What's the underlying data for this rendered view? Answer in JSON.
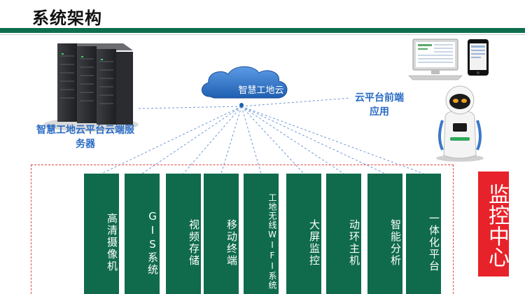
{
  "title": "系统架构",
  "server_label": "智慧工地云平台云端服务器",
  "cloud_label": "智慧工地云",
  "app_label": "云平台前端应用",
  "control_center": "监控中心",
  "modules": [
    {
      "label": "高清摄像机"
    },
    {
      "label": "GIS系统"
    },
    {
      "label": "视频存储"
    },
    {
      "label": "移动终端"
    },
    {
      "label": "工地无线WIFI系统"
    },
    {
      "label": "大屏监控"
    },
    {
      "label": "动环主机"
    },
    {
      "label": "智能分析"
    },
    {
      "label": "一体化平台"
    }
  ],
  "colors": {
    "brand_green": "#0f6b4c",
    "accent_blue": "#2b6cc4",
    "alert_red": "#e8222a",
    "cloud_blue": "#2a72c8"
  },
  "icons": [
    "server-rack-icon",
    "cloud-icon",
    "desktop-computer-icon",
    "smartphone-icon",
    "robot-icon"
  ]
}
